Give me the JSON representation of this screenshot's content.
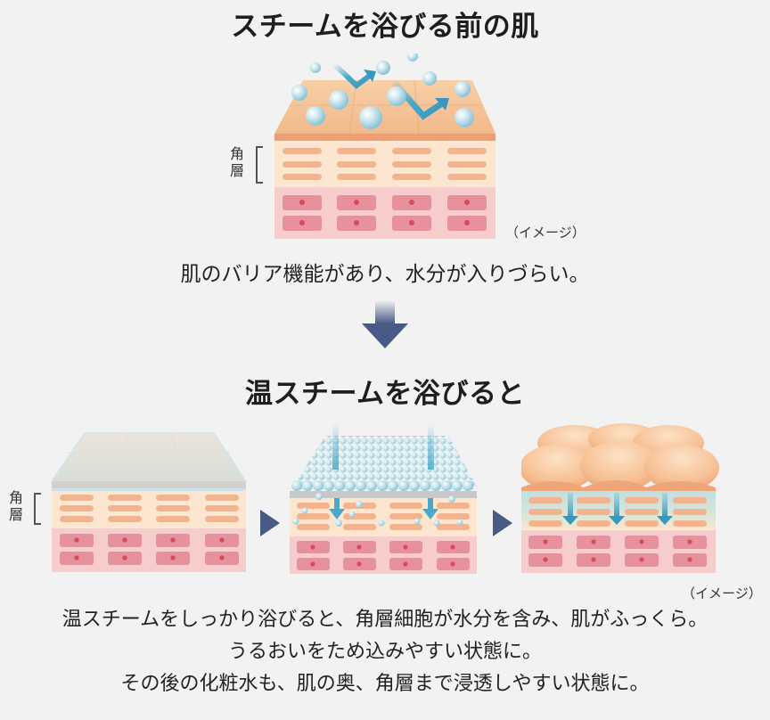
{
  "section1": {
    "title": "スチームを浴びる前の肌",
    "layer_label": "角層",
    "image_note": "（イメージ）",
    "caption": "肌のバリア機能があり、水分が入りづらい。"
  },
  "section2": {
    "title": "温スチームを浴びると",
    "layer_label": "角層",
    "image_note": "（イメージ）",
    "stages": [
      {
        "name": "dry-skin-before-steam"
      },
      {
        "name": "steam-penetrating-skin"
      },
      {
        "name": "plump-hydrated-skin"
      }
    ]
  },
  "footer": {
    "lines": [
      "温スチームをしっかり浴びると、角層細胞が水分を含み、肌がふっくら。",
      "うるおいをため込みやすい状態に。",
      "その後の化粧水も、肌の奥、角層まで浸透しやすい状態に。"
    ]
  },
  "colors": {
    "background": "#f2f2f2",
    "arrow": "#485b87",
    "horny_layer_bg": "#fde6d0",
    "horny_cell": "#f2b48f",
    "lower_layer_bg": "#f6cccc",
    "lower_cell": "#e7919c",
    "nucleus": "#d94a5a",
    "skin_top": "#f3bf95",
    "skin_edge": "#eb9f72",
    "water": "#4aa9c9",
    "bubble": "#bfe0ea"
  }
}
